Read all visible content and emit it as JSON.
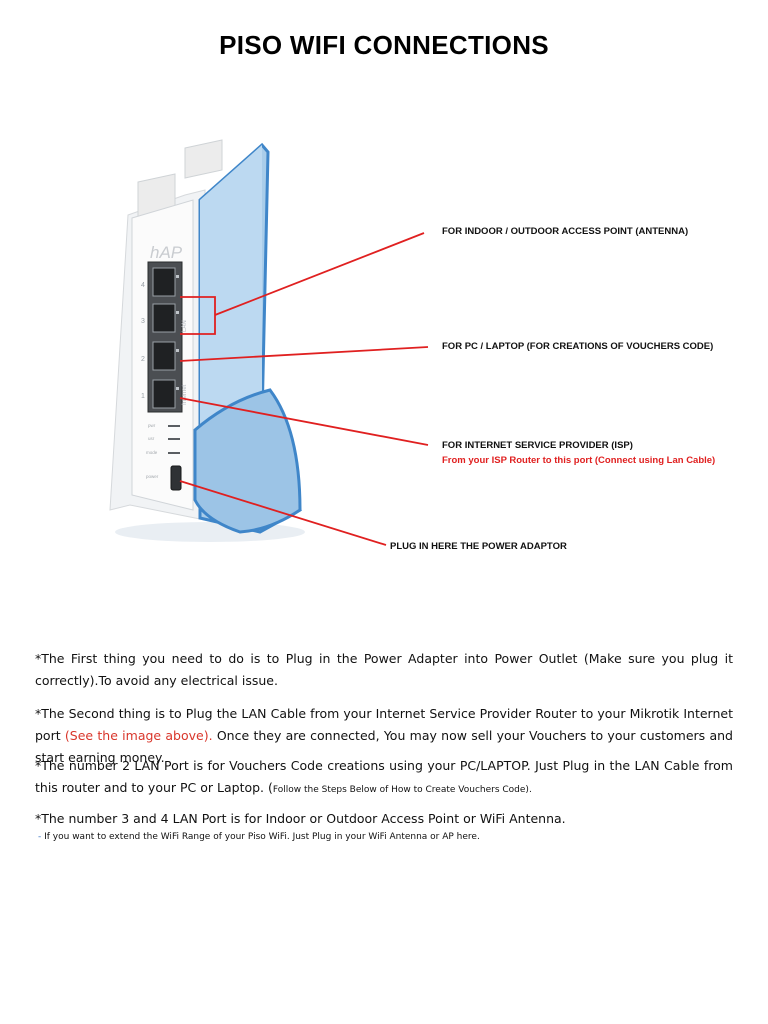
{
  "title": "PISO WIFI CONNECTIONS",
  "device": {
    "brand": "hAP",
    "port_numbers": [
      "4",
      "3",
      "2",
      "1"
    ],
    "lan_label": "LAN",
    "internet_label": "Internet",
    "led_labels": [
      "pwr",
      "usr",
      "",
      "power"
    ],
    "colors": {
      "body_blue": "#a9cdea",
      "edge_blue": "#3f86c9",
      "line_red": "#e02020"
    }
  },
  "callouts": {
    "antenna": "FOR INDOOR / OUTDOOR ACCESS POINT (ANTENNA)",
    "pc": "FOR PC / LAPTOP (FOR CREATIONS OF VOUCHERS CODE)",
    "isp": "FOR INTERNET SERVICE PROVIDER (ISP)",
    "isp_sub": "From your ISP Router to this port (Connect using Lan Cable)",
    "power": "PLUG IN HERE THE POWER ADAPTOR"
  },
  "paragraphs": {
    "p1": "*The First thing you need to do is to Plug in the Power Adapter into Power Outlet (Make sure you plug it correctly).To avoid any electrical issue.",
    "p2_main": "*The Second thing is to Plug the LAN Cable from your Internet Service Provider Router to your Mikrotik Internet port ",
    "p2_red": "(See the image above).",
    "p2_end": "  Once they are connected, You may now sell your Vouchers to your customers and start earning money.",
    "p3_main": "*The number 2 LAN Port is for Vouchers Code creations using your PC/LAPTOP. Just Plug in the LAN Cable from this router and to your PC or Laptop. (",
    "p3_small": "Follow the Steps Below of How to Create Vouchers Code).",
    "p4": "*The number 3 and 4 LAN Port is for Indoor or Outdoor Access Point or WiFi Antenna.",
    "p4_dash": "- ",
    "p4_note": "If you want to extend the WiFi Range of your Piso WiFi.  Just Plug in your WiFi Antenna or AP here."
  }
}
